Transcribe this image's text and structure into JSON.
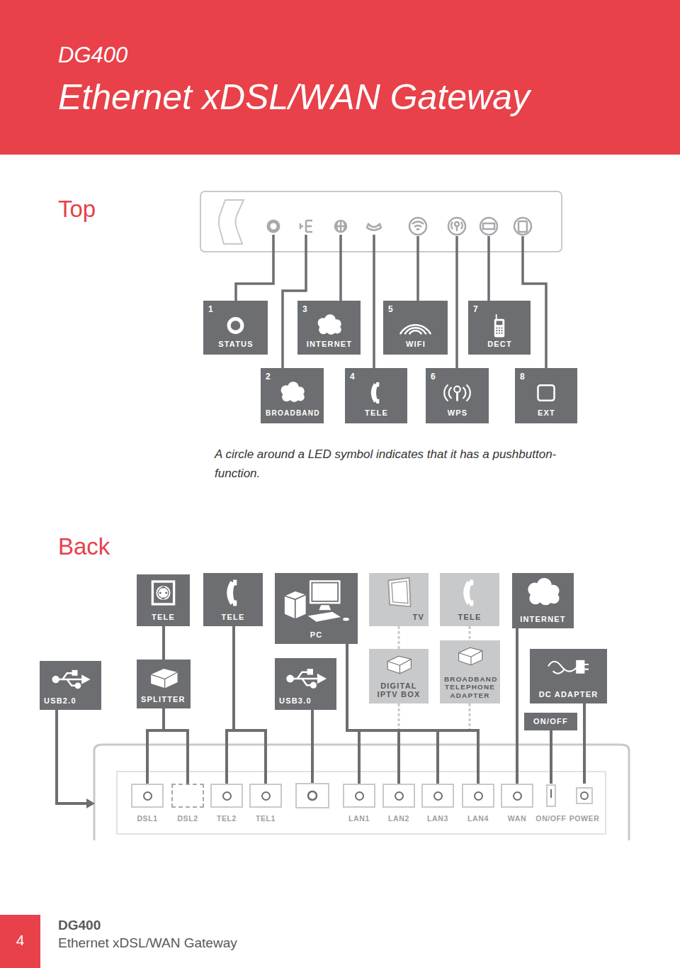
{
  "diagram": {
    "title": "Ethernet xDSL/WAN Gateway",
    "nodes": [
      {
        "text": [
          "1",
          "STATUS"
        ]
      },
      {
        "text": [
          "3",
          "INTERNET"
        ]
      },
      {
        "text": [
          "5",
          "WIFI"
        ]
      },
      {
        "text": [
          "7",
          "DECT"
        ]
      },
      {
        "text": [
          "2",
          "BROADBAND"
        ]
      },
      {
        "text": [
          "4",
          "TELE"
        ]
      },
      {
        "text": [
          "6",
          "WPS"
        ]
      },
      {
        "text": [
          "8",
          "EXT"
        ]
      },
      {
        "text": [
          "TELE"
        ]
      },
      {
        "text": [
          "TELE"
        ]
      },
      {
        "text": [
          "PC"
        ]
      },
      {
        "text": [
          "TV"
        ]
      },
      {
        "text": [
          "TELE"
        ]
      },
      {
        "text": [
          "INTERNET"
        ]
      },
      {
        "text": [
          "USB2.0"
        ]
      },
      {
        "text": [
          "SPLITTER"
        ]
      },
      {
        "text": [
          "USB3.0"
        ]
      },
      {
        "text": [
          "DIGITAL IPTV BOX"
        ]
      },
      {
        "text": [
          "BROADBAND TELEPHONE ADAPTER"
        ]
      },
      {
        "text": [
          "DC ADAPTER"
        ]
      },
      {
        "text": [
          "ON/OFF"
        ]
      },
      {
        "text": [
          "DSL1"
        ]
      },
      {
        "text": [
          "DSL2"
        ]
      },
      {
        "text": [
          "TEL2"
        ]
      },
      {
        "text": [
          "TEL1"
        ]
      },
      {
        "text": [
          "LAN1"
        ]
      },
      {
        "text": [
          "LAN2"
        ]
      },
      {
        "text": [
          "LAN3"
        ]
      },
      {
        "text": [
          "LAN4"
        ]
      },
      {
        "text": [
          "WAN"
        ]
      },
      {
        "text": [
          "ON/OFF"
        ]
      },
      {
        "text": [
          "POWER"
        ]
      }
    ],
    "edges": [
      {
        "from": 8,
        "to": 15,
        "arrow": "none"
      },
      {
        "from": 15,
        "to": 21,
        "arrow": "none"
      },
      {
        "from": 15,
        "to": 22,
        "arrow": "none"
      },
      {
        "from": 9,
        "to": 23,
        "arrow": "none"
      },
      {
        "from": 9,
        "to": 24,
        "arrow": "none"
      },
      {
        "from": 10,
        "to": 25,
        "arrow": "none"
      },
      {
        "from": 10,
        "to": 26,
        "arrow": "none"
      },
      {
        "from": 10,
        "to": 27,
        "arrow": "none"
      },
      {
        "from": 10,
        "to": 28,
        "arrow": "none"
      },
      {
        "from": 11,
        "to": 17,
        "arrow": "none"
      },
      {
        "from": 17,
        "to": 26,
        "arrow": "none"
      },
      {
        "from": 12,
        "to": 18,
        "arrow": "none"
      },
      {
        "from": 18,
        "to": 28,
        "arrow": "none"
      },
      {
        "from": 13,
        "to": 29,
        "arrow": "none"
      },
      {
        "from": 19,
        "to": 31,
        "arrow": "none"
      },
      {
        "from": 20,
        "to": 30,
        "arrow": "none"
      }
    ],
    "labels": [
      "DG400",
      "Top",
      "A circle around a LED symbol indicates that it has a pushbutton-function.",
      "Back",
      "4",
      "DG400",
      "Ethernet xDSL/WAN Gateway"
    ]
  }
}
